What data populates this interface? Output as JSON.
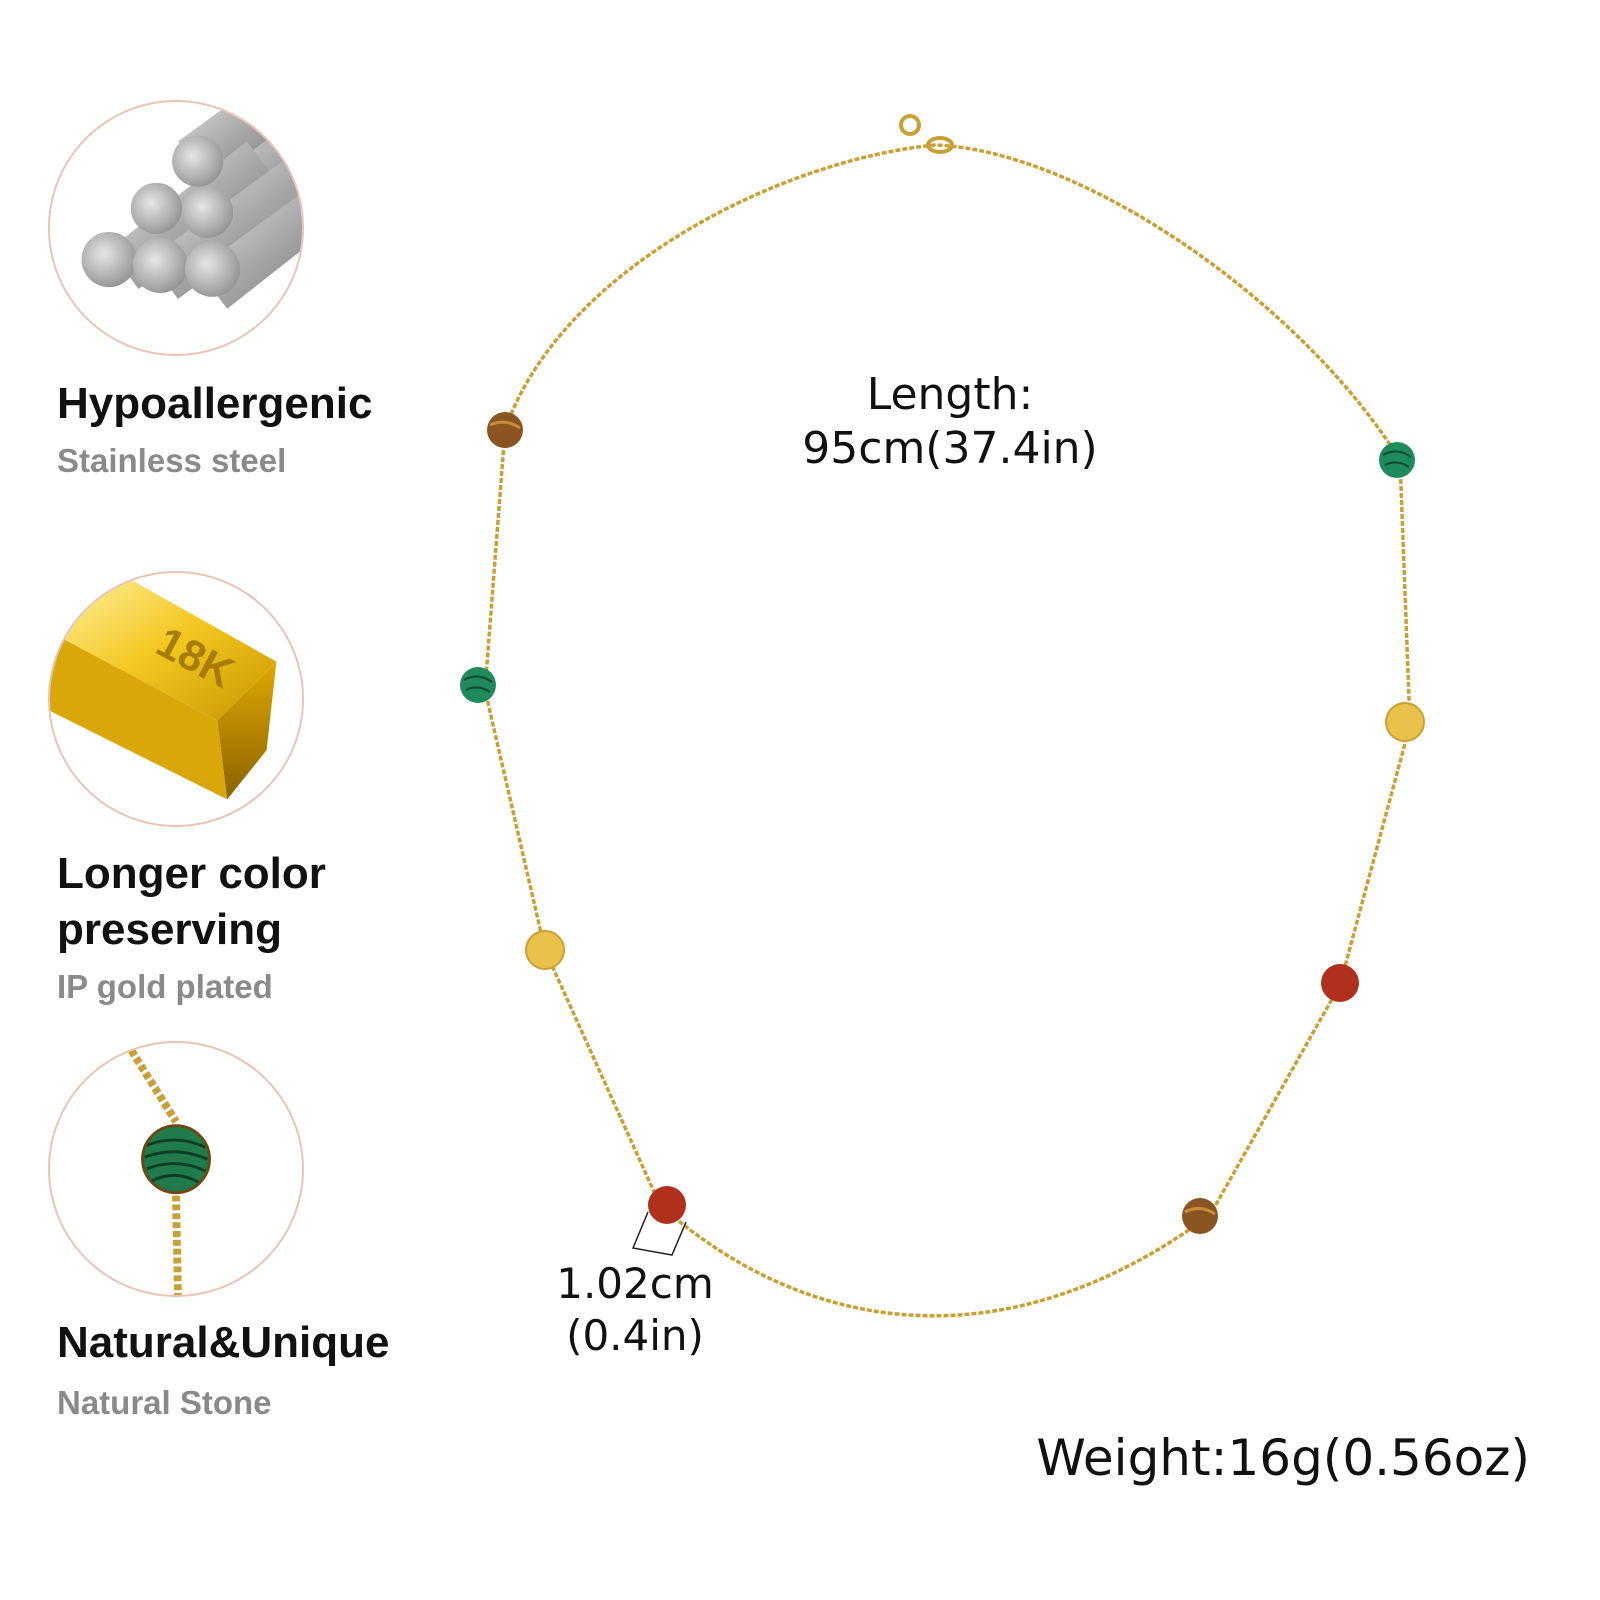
{
  "features": [
    {
      "title": "Hypoallergenic",
      "subtitle": "Stainless steel",
      "icon": "steel-rods-icon"
    },
    {
      "title": "Longer color preserving",
      "subtitle": "IP gold plated",
      "icon": "gold-bar-icon",
      "bar_text": "18K"
    },
    {
      "title": "Natural&Unique",
      "subtitle": "Natural Stone",
      "icon": "malachite-stone-icon"
    }
  ],
  "measurements": {
    "length_label": "Length:",
    "length_value": "95cm(37.4in)",
    "pendant_size_cm": "1.02cm",
    "pendant_size_in": "(0.4in)",
    "weight": "Weight:16g(0.56oz)"
  },
  "colors": {
    "chain": "#c9a033",
    "malachite": "#1f8a5c",
    "tiger_eye": "#8a5520",
    "red_jasper": "#b0301e",
    "gold_disc": "#e8c24a",
    "circle_border": "#e9c4b3",
    "subtitle_gray": "#8a8a8a"
  }
}
